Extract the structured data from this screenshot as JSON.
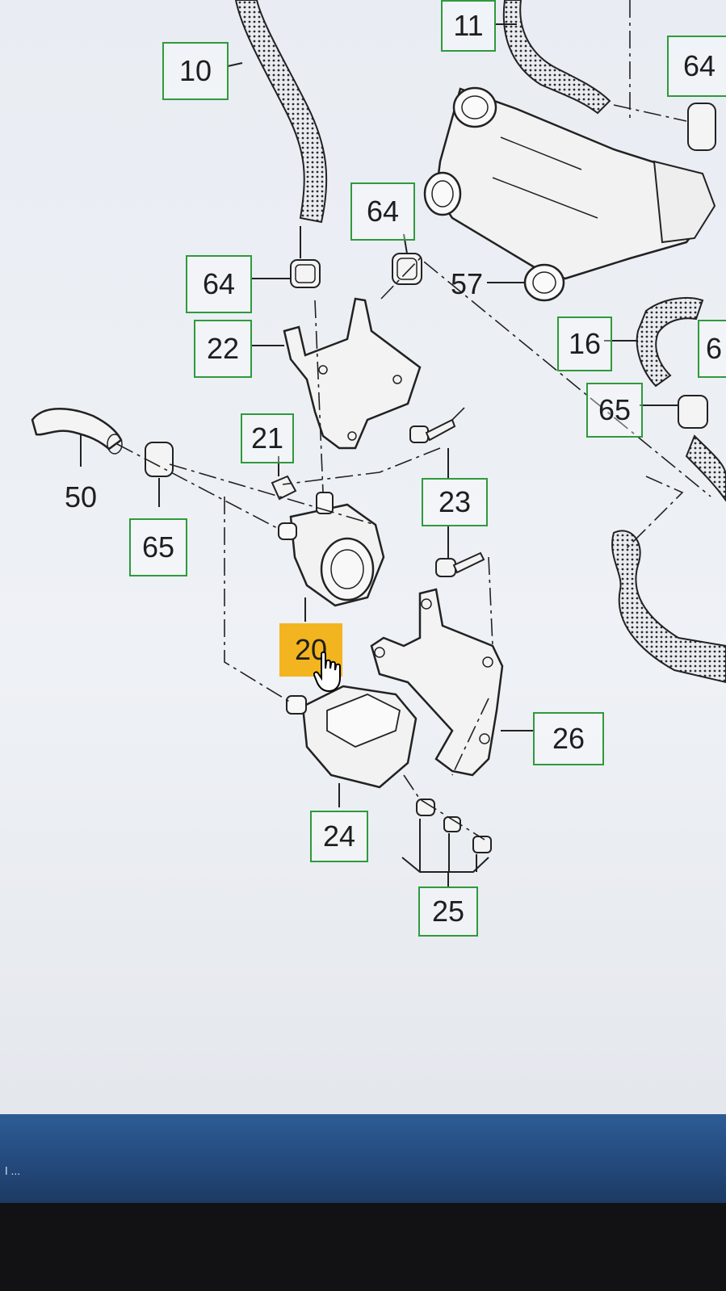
{
  "diagram": {
    "callouts": {
      "c10": "10",
      "c11": "11",
      "c64_top_right": "64",
      "c64_a": "64",
      "c64_b": "64",
      "c57": "57",
      "c22": "22",
      "c16": "16",
      "c65_right": "65",
      "c21": "21",
      "c50": "50",
      "c65_left": "65",
      "c23": "23",
      "c20": "20",
      "c26": "26",
      "c24": "24",
      "c25": "25",
      "c6_edge": "6"
    },
    "highlighted_callout": "20",
    "highlight_color": "#f2b51f",
    "callout_border_color": "#2f9a3d"
  },
  "taskbar": {
    "label": "ǀ ..."
  },
  "cursor": {
    "icon": "hand-pointer-icon"
  }
}
